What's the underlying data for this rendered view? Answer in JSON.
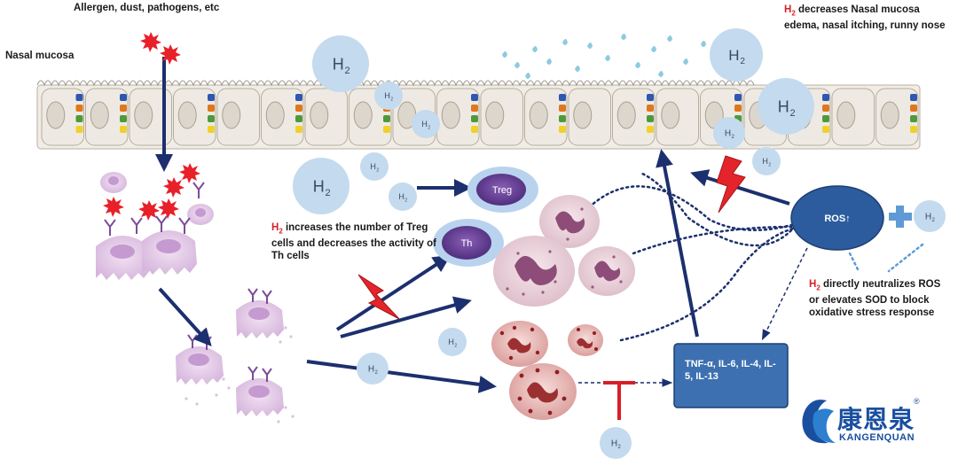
{
  "labels": {
    "allergen": "Allergen, dust, pathogens, etc",
    "nasal_mucosa": "Nasal mucosa",
    "top_right_h2": "H",
    "top_right_sub": "2",
    "top_right_text": " decreases Nasal mucosa edema, nasal itching, runny nose",
    "treg_h2": "H",
    "treg_sub": "2",
    "treg_text": " increases the number of Treg cells and decreases the activity of Th cells",
    "ros_h2": "H",
    "ros_sub": "2",
    "ros_text": " directly neutralizes ROS or elevates SOD to block oxidative stress response"
  },
  "cells": {
    "treg": "Treg",
    "th": "Th",
    "ros": "ROS↑",
    "cytokines": "TNF-α, IL-6, IL-4, IL-5, IL-13"
  },
  "h2": {
    "letter": "H",
    "sub": "2"
  },
  "brand": {
    "chinese": "康恩泉",
    "latin": "KANGENQUAN",
    "registered": "®"
  },
  "colors": {
    "arrow": "#1c2f6e",
    "h2_fill": "#c4daee",
    "ros_fill": "#2c5c9e",
    "cytokine_fill": "#3d70b0",
    "red": "#d81f26",
    "brand": "#1a4fa0"
  }
}
